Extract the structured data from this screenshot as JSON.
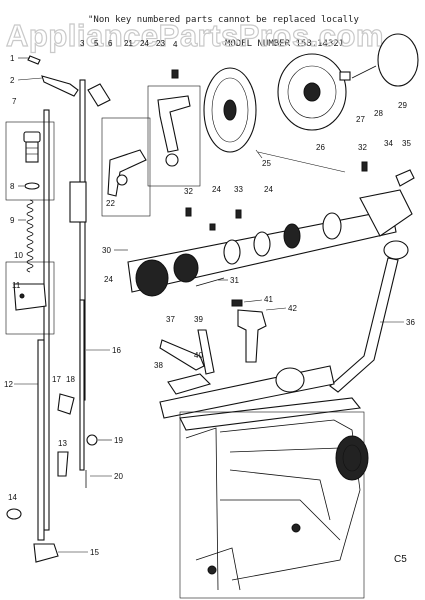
{
  "header": {
    "note_line1": "\"Non key numbered parts cannot be replaced locally",
    "note_line2": "MODEL NUMBER 158.14321"
  },
  "watermark": {
    "text": "AppliancePartsPros.com"
  },
  "page_code": "C5",
  "parts": [
    {
      "id": "p1",
      "label": "1"
    },
    {
      "id": "p2",
      "label": "2"
    },
    {
      "id": "p3",
      "label": "3"
    },
    {
      "id": "p4",
      "label": "4"
    },
    {
      "id": "p5",
      "label": "5"
    },
    {
      "id": "p6",
      "label": "6"
    },
    {
      "id": "p7",
      "label": "7"
    },
    {
      "id": "p8",
      "label": "8"
    },
    {
      "id": "p9",
      "label": "9"
    },
    {
      "id": "p10",
      "label": "10"
    },
    {
      "id": "p11",
      "label": "11"
    },
    {
      "id": "p12",
      "label": "12"
    },
    {
      "id": "p13",
      "label": "13"
    },
    {
      "id": "p14",
      "label": "14"
    },
    {
      "id": "p15",
      "label": "15"
    },
    {
      "id": "p16",
      "label": "16"
    },
    {
      "id": "p17",
      "label": "17"
    },
    {
      "id": "p18",
      "label": "18"
    },
    {
      "id": "p19",
      "label": "19"
    },
    {
      "id": "p20",
      "label": "20"
    },
    {
      "id": "p21",
      "label": "21"
    },
    {
      "id": "p22",
      "label": "22"
    },
    {
      "id": "p23",
      "label": "23"
    },
    {
      "id": "p24a",
      "label": "24"
    },
    {
      "id": "p24b",
      "label": "24"
    },
    {
      "id": "p24c",
      "label": "24"
    },
    {
      "id": "p24d",
      "label": "24"
    },
    {
      "id": "p25",
      "label": "25"
    },
    {
      "id": "p26",
      "label": "26"
    },
    {
      "id": "p27",
      "label": "27"
    },
    {
      "id": "p28",
      "label": "28"
    },
    {
      "id": "p29",
      "label": "29"
    },
    {
      "id": "p30",
      "label": "30"
    },
    {
      "id": "p31",
      "label": "31"
    },
    {
      "id": "p32a",
      "label": "32"
    },
    {
      "id": "p32b",
      "label": "32"
    },
    {
      "id": "p33",
      "label": "33"
    },
    {
      "id": "p34",
      "label": "34"
    },
    {
      "id": "p35",
      "label": "35"
    },
    {
      "id": "p36",
      "label": "36"
    },
    {
      "id": "p37",
      "label": "37"
    },
    {
      "id": "p38",
      "label": "38"
    },
    {
      "id": "p39",
      "label": "39"
    },
    {
      "id": "p40",
      "label": "40"
    },
    {
      "id": "p41",
      "label": "41"
    },
    {
      "id": "p42",
      "label": "42"
    }
  ]
}
